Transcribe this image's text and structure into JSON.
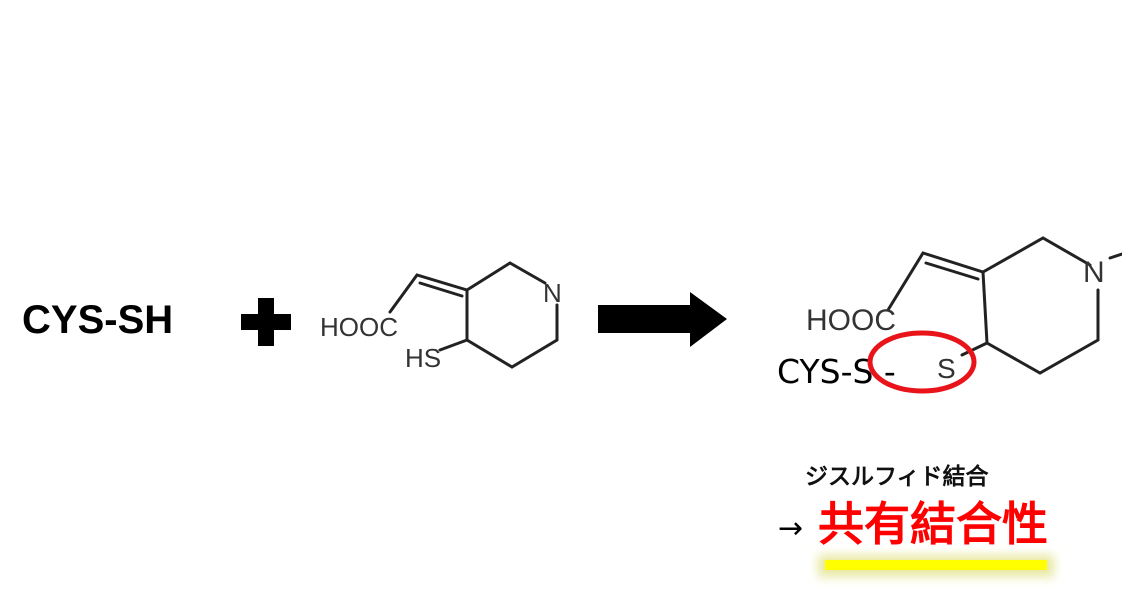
{
  "reactant_thiol": "CYS-SH",
  "plus_sign": "+",
  "molecule_left": {
    "acid_group": "HOOC",
    "thiol_group": "HS",
    "nitrogen": "N"
  },
  "reaction_arrow": "right-arrow",
  "molecule_right": {
    "acid_group": "HOOC",
    "cys_prefix": "CYS-S -",
    "sulfur": "S",
    "nitrogen": "N"
  },
  "annotation": {
    "bond_type": "ジスルフィド結合",
    "arrow": "→",
    "conclusion": "共有結合性"
  },
  "colors": {
    "highlight_circle": "#e8141a",
    "conclusion_text": "#ff0000",
    "underline": "#ffff00"
  }
}
